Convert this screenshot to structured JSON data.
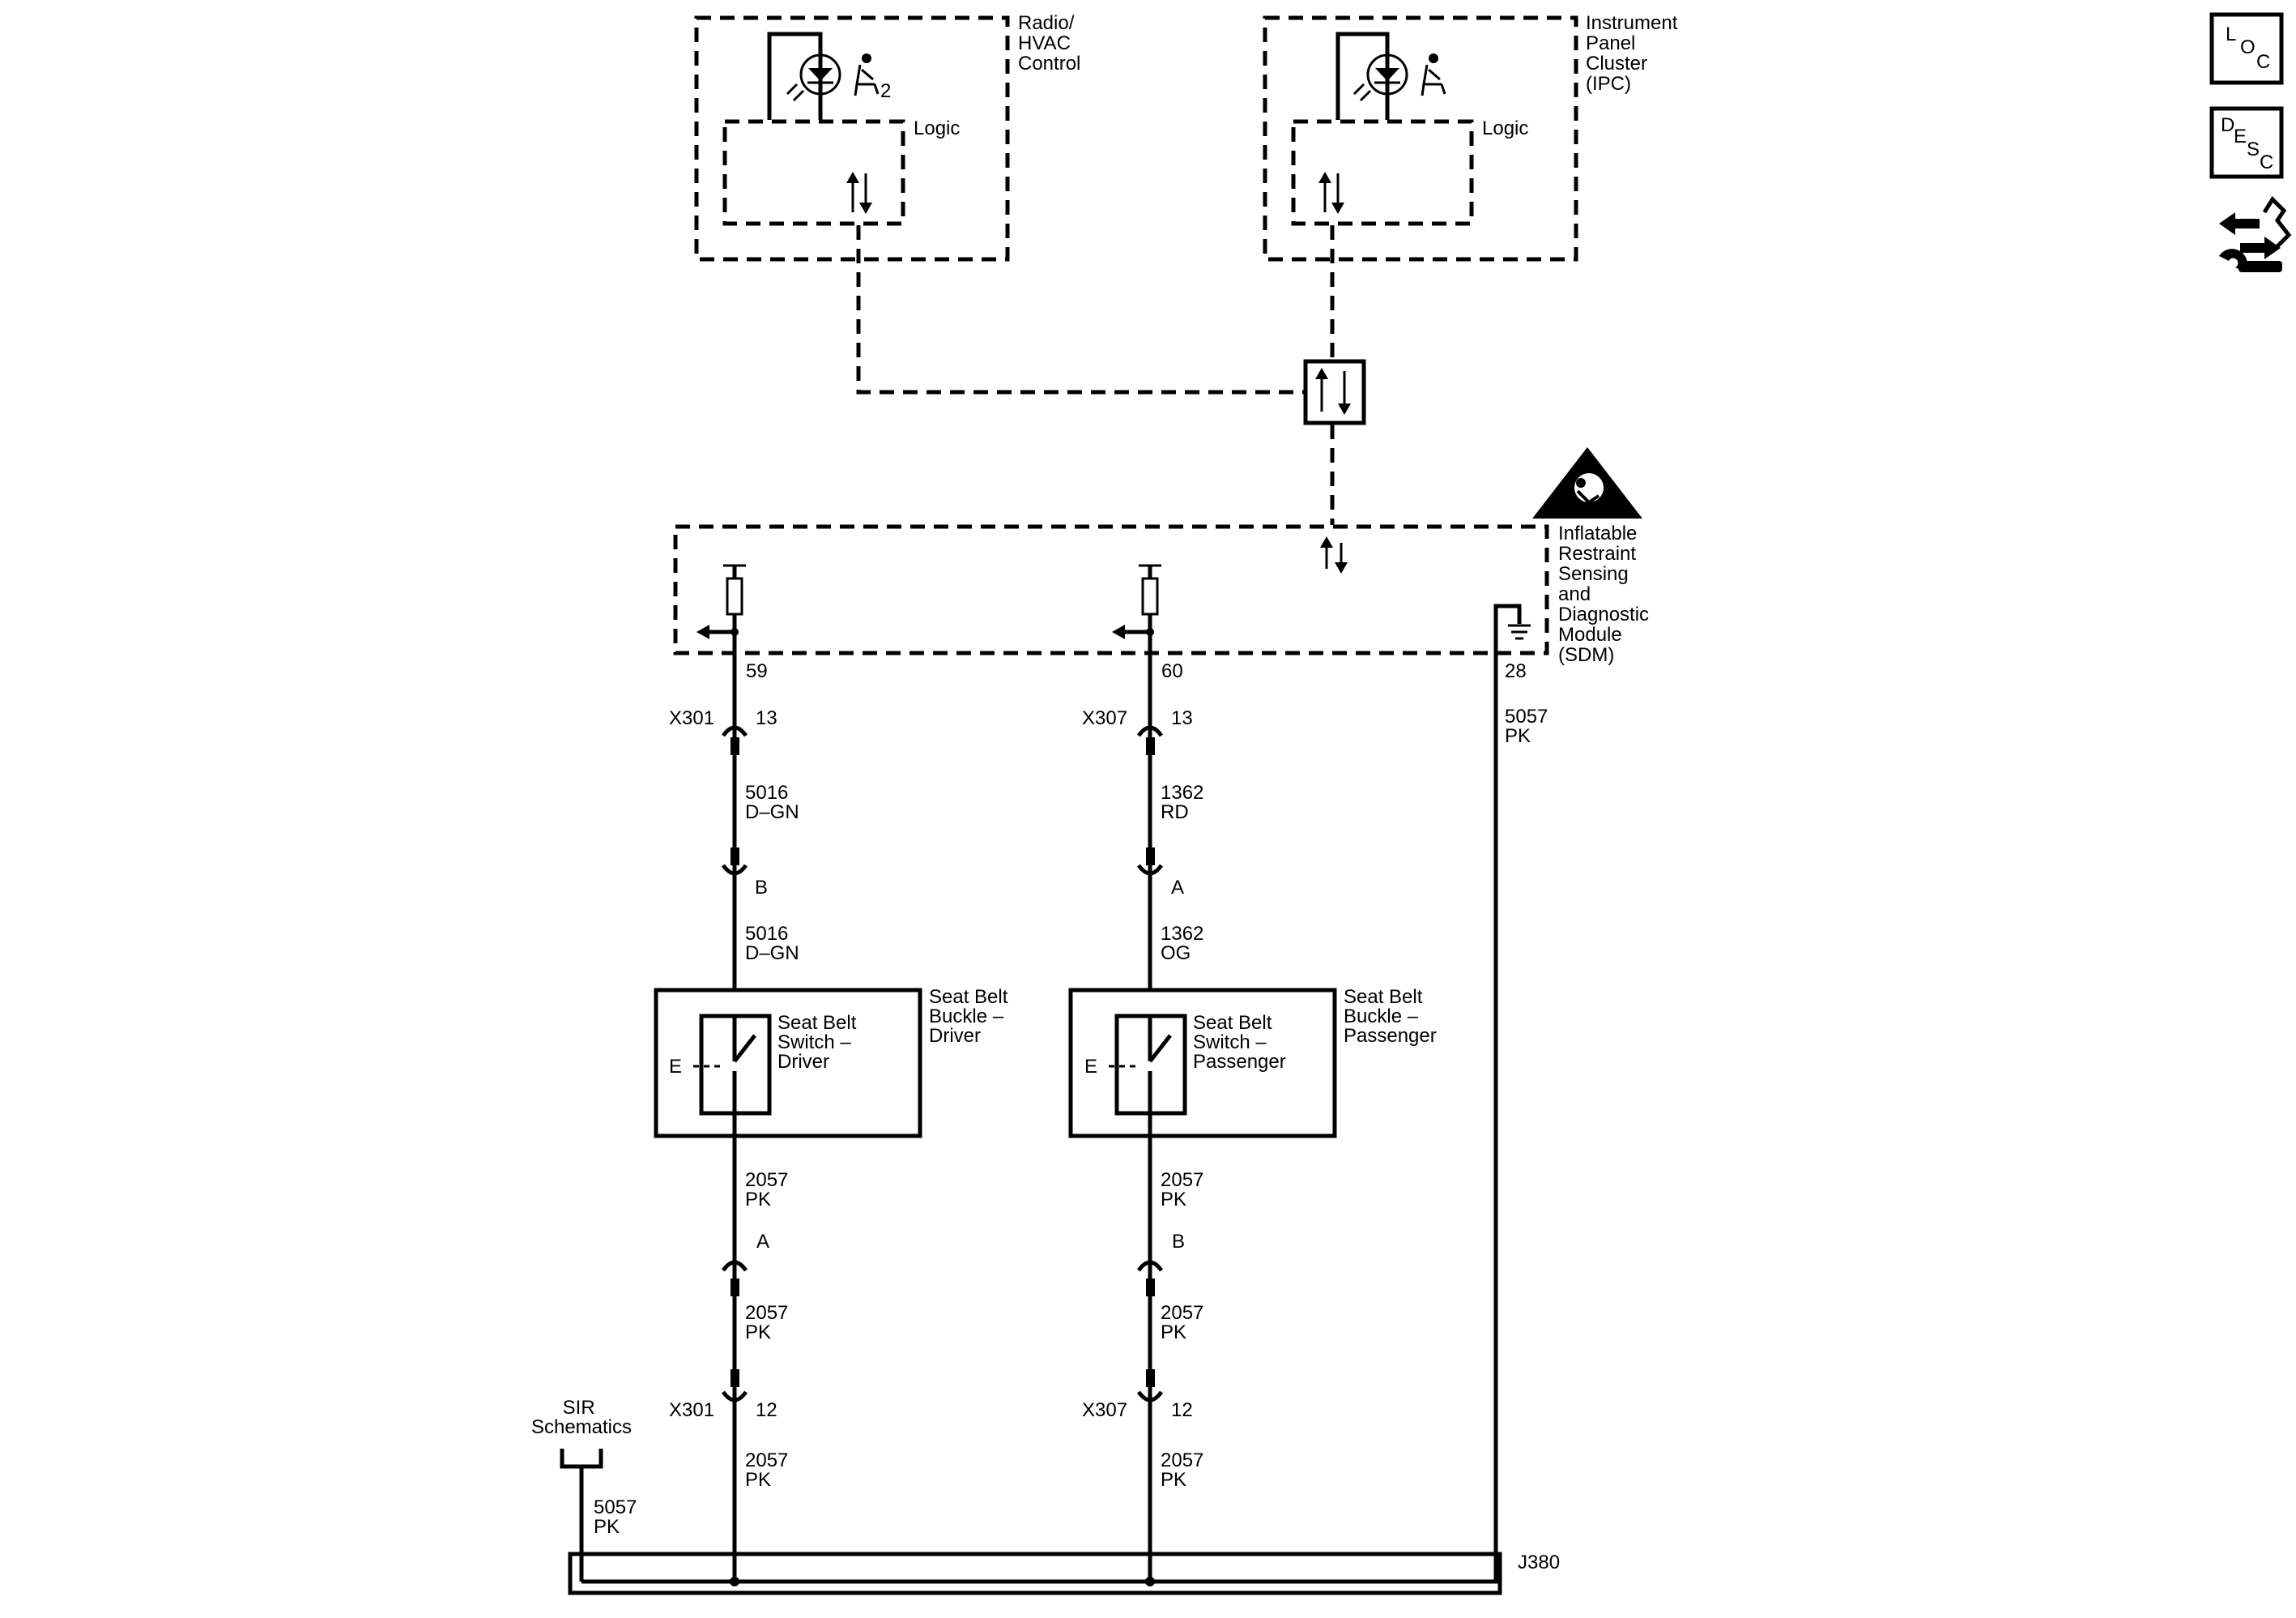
{
  "modules": {
    "radio": {
      "lines": [
        "Radio/",
        "HVAC",
        "Control"
      ],
      "logic": "Logic",
      "icon_num": "2"
    },
    "ipc": {
      "lines": [
        "Instrument",
        "Panel",
        "Cluster",
        "(IPC)"
      ],
      "logic": "Logic"
    },
    "sdm": {
      "lines": [
        "Inflatable",
        "Restraint",
        "Sensing",
        "and",
        "Diagnostic",
        "Module",
        "(SDM)"
      ]
    }
  },
  "pins": {
    "left": "59",
    "mid": "60",
    "right": "28"
  },
  "connectors": {
    "x301_name": "X301",
    "x301_top_pin": "13",
    "x301_bottom_pin": "12",
    "x307_name": "X307",
    "x307_top_pin": "13",
    "x307_bottom_pin": "12",
    "left_upper_pin": "B",
    "left_lower_pin": "A",
    "mid_upper_pin": "A",
    "mid_lower_pin": "B",
    "splice": "J380"
  },
  "wires": {
    "l1": [
      "5016",
      "D–GN"
    ],
    "l2": [
      "5016",
      "D–GN"
    ],
    "l3": [
      "2057",
      "PK"
    ],
    "l4": [
      "2057",
      "PK"
    ],
    "l5": [
      "2057",
      "PK"
    ],
    "m1": [
      "1362",
      "RD"
    ],
    "m2": [
      "1362",
      "OG"
    ],
    "m3": [
      "2057",
      "PK"
    ],
    "m4": [
      "2057",
      "PK"
    ],
    "m5": [
      "2057",
      "PK"
    ],
    "r1": [
      "5057",
      "PK"
    ],
    "sir": [
      "5057",
      "PK"
    ]
  },
  "components": {
    "driver_switch": [
      "Seat Belt",
      "Switch –",
      "Driver"
    ],
    "driver_buckle": [
      "Seat Belt",
      "Buckle –",
      "Driver"
    ],
    "pass_switch": [
      "Seat Belt",
      "Switch –",
      "Passenger"
    ],
    "pass_buckle": [
      "Seat Belt",
      "Buckle –",
      "Passenger"
    ],
    "e_label": "E"
  },
  "sir_ref": [
    "SIR",
    "Schematics"
  ],
  "side_icons": {
    "loc": [
      "L",
      "O",
      "C"
    ],
    "desc": [
      "D",
      "E",
      "S",
      "C"
    ],
    "service": "wrench-arrows-icon"
  }
}
